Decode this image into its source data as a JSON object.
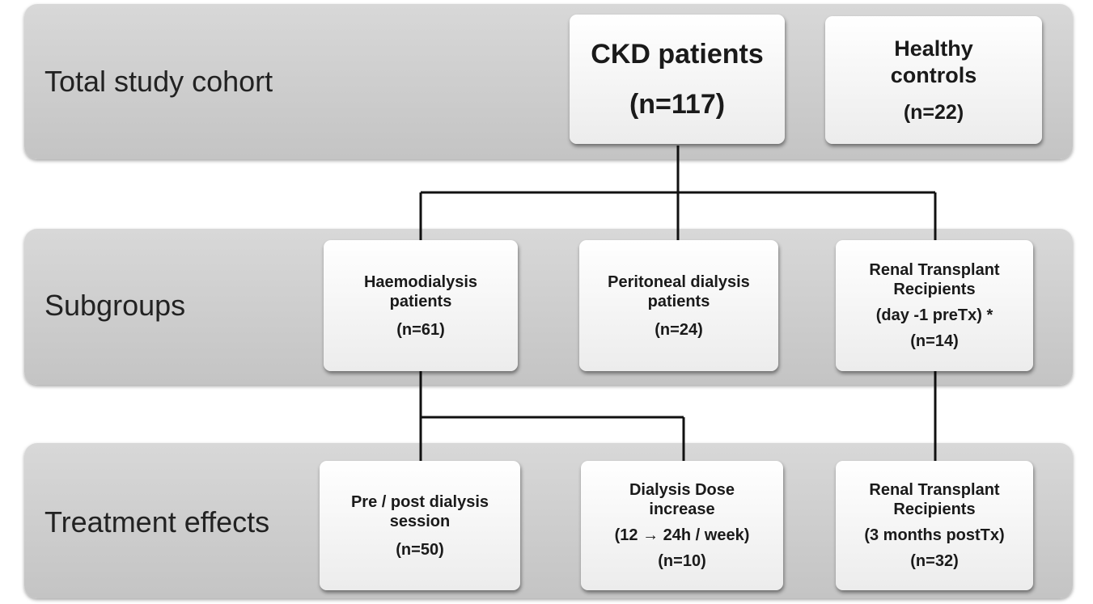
{
  "bands": {
    "total": "Total study cohort",
    "subgroups": "Subgroups",
    "treatment": "Treatment effects"
  },
  "ckd": {
    "title": "CKD patients",
    "n": "(n=117)"
  },
  "controls": {
    "title": "Healthy controls",
    "n": "(n=22)"
  },
  "haemo": {
    "title": "Haemodialysis patients",
    "n": "(n=61)"
  },
  "peritoneal": {
    "title": "Peritoneal dialysis patients",
    "n": "(n=24)"
  },
  "transplant_pre": {
    "title": "Renal Transplant Recipients",
    "detail": "(day -1 preTx) *",
    "n": "(n=14)"
  },
  "prepost": {
    "title": "Pre / post dialysis session",
    "n": "(n=50)"
  },
  "dose": {
    "title": "Dialysis Dose increase",
    "detail": "(12 → 24h / week)",
    "n": "(n=10)"
  },
  "transplant_post": {
    "title": "Renal Transplant Recipients",
    "detail": "(3 months postTx)",
    "n": "(n=32)"
  }
}
